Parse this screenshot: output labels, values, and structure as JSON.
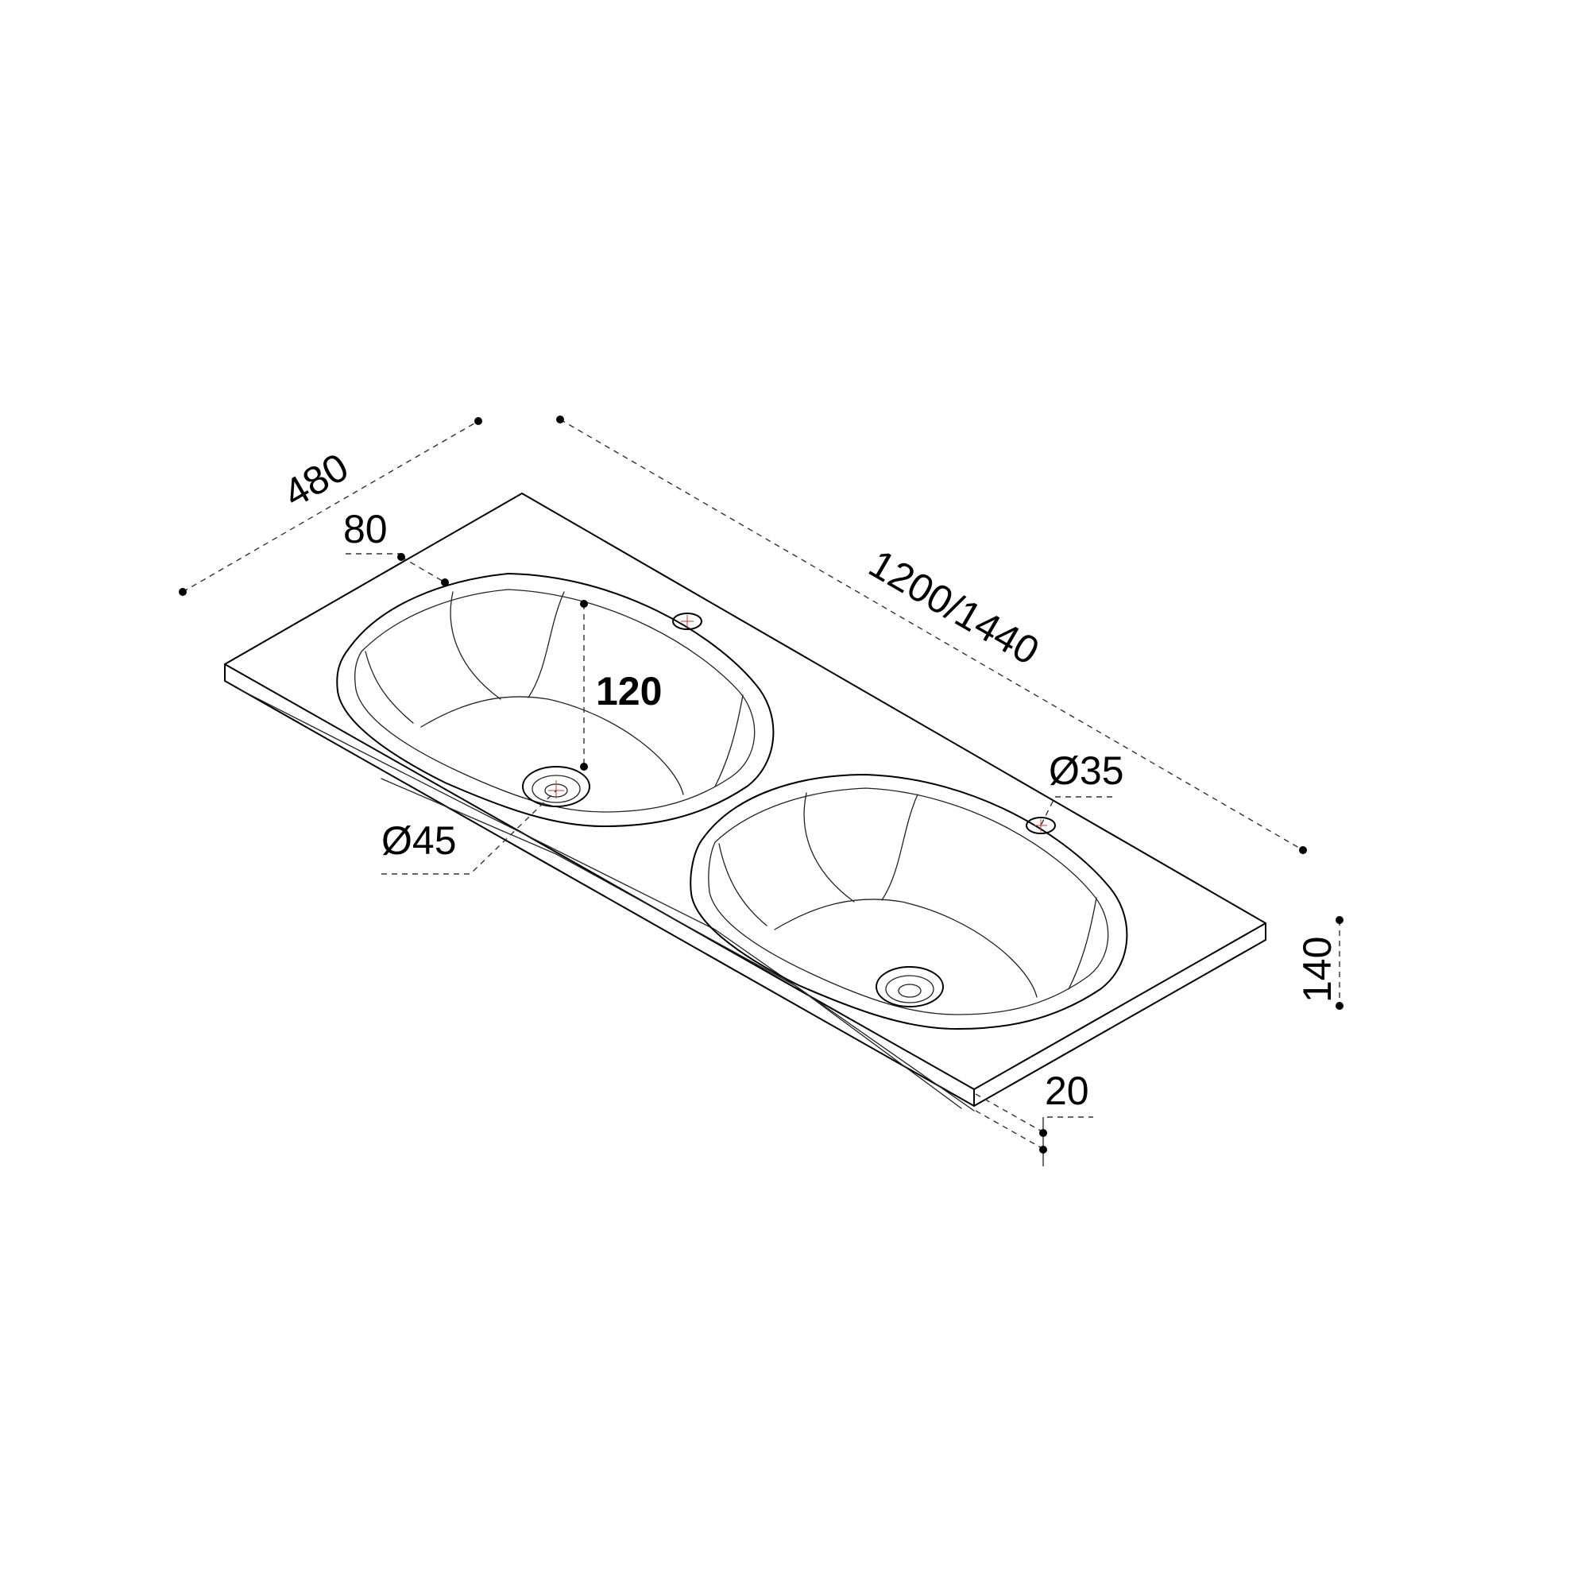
{
  "drawing": {
    "dimensions": {
      "depth": "480",
      "length": "1200/1440",
      "basin_offset": "80",
      "basin_depth": "120",
      "waste_diameter": "Ø45",
      "tap_hole_diameter": "Ø35",
      "total_height": "140",
      "top_thickness": "20"
    }
  }
}
